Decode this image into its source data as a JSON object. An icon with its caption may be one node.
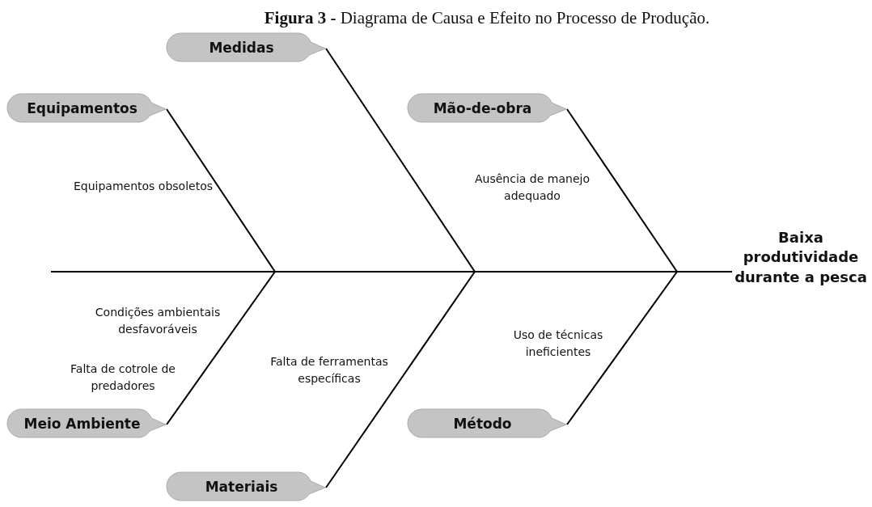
{
  "diagram": {
    "title": "**Figura 3 -** Diagrama de Causa e Efeito no Processo de Produção.",
    "nodes": [
      {
        "text": [
          "Medidas"
        ]
      },
      {
        "text": [
          "Equipamentos"
        ]
      },
      {
        "text": [
          "Mão-de-obra"
        ]
      },
      {
        "text": [
          "Baixa produtividade durante a pesca"
        ]
      },
      {
        "text": [
          "Meio Ambiente"
        ]
      },
      {
        "text": [
          "Método"
        ]
      },
      {
        "text": [
          "Materiais"
        ]
      }
    ],
    "edges": [
      {
        "from": null,
        "to": 3,
        "arrow": "none"
      },
      {
        "from": 0,
        "to": 3,
        "arrow": "none"
      },
      {
        "from": 1,
        "to": 3,
        "arrow": "none"
      },
      {
        "from": 2,
        "to": 3,
        "arrow": "none"
      },
      {
        "from": 4,
        "to": 3,
        "arrow": "none"
      },
      {
        "from": 5,
        "to": 3,
        "arrow": "none"
      },
      {
        "from": 6,
        "to": 3,
        "arrow": "none"
      }
    ],
    "labels": [
      "Equipamentos obsoletos",
      "Ausência de manejo adequado",
      "Condições ambientais desfavoráveis",
      "Uso de técnicas ineficientes",
      "Falta de cotrole de predadores",
      "Falta de ferramentas específicas"
    ]
  }
}
